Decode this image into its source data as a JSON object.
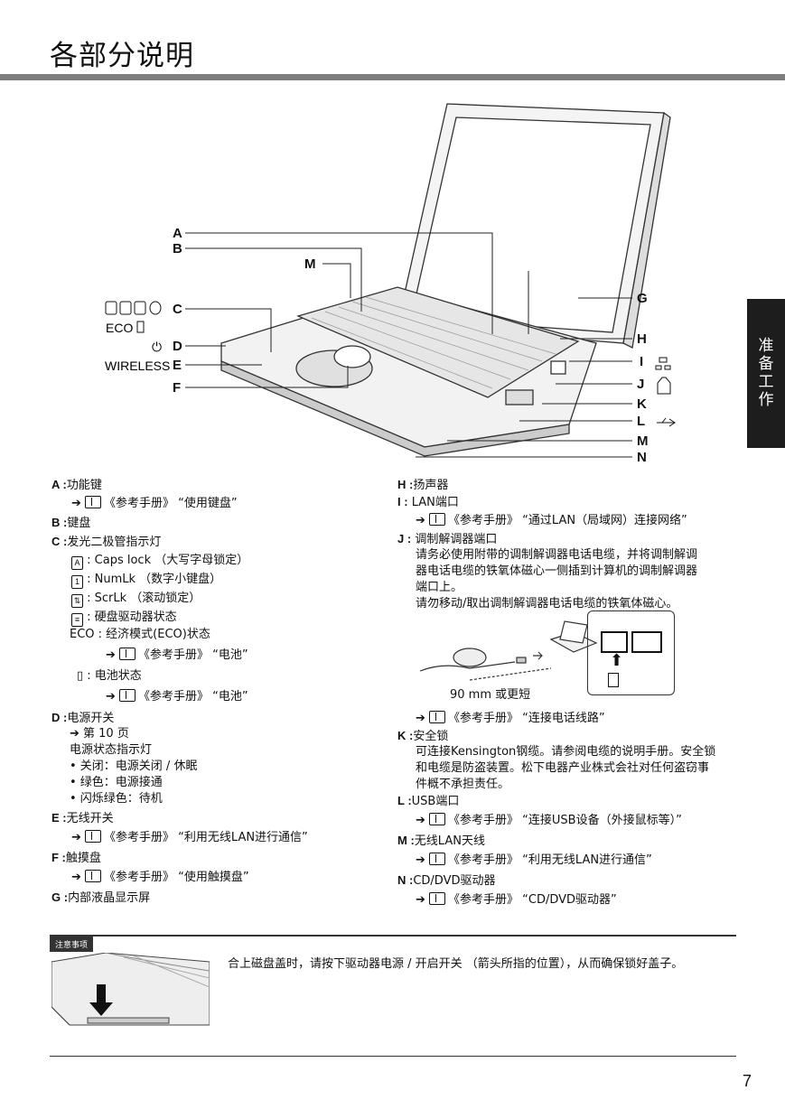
{
  "page": {
    "title": "各部分说明",
    "side_tab": "准备工作",
    "page_number": "7"
  },
  "diagram": {
    "callouts": [
      "A",
      "B",
      "M",
      "C",
      "D",
      "E",
      "F",
      "G",
      "H",
      "I",
      "J",
      "K",
      "L",
      "M",
      "N"
    ],
    "led_text_eco": "ECO",
    "power_symbol": "⏻",
    "wireless_label": "WIRELESS"
  },
  "left_col": [
    {
      "key": "A :",
      "text": "功能键"
    },
    {
      "ref": "《参考手册》 “使用键盘”"
    },
    {
      "key": "B :",
      "text": "键盘"
    },
    {
      "key": "C :",
      "text": "发光二极管指示灯"
    },
    {
      "icon": "A",
      "text": ": Caps lock （大写字母锁定）"
    },
    {
      "icon": "1",
      "text": ": NumLk （数字小键盘）"
    },
    {
      "icon": "⇅",
      "text": ": ScrLk （滚动锁定）"
    },
    {
      "icon": "≡",
      "text": ": 硬盘驱动器状态"
    },
    {
      "text": "ECO : 经济模式(ECO)状态"
    },
    {
      "ref": "《参考手册》 “电池”"
    },
    {
      "icon": "▯",
      "text": ": 电池状态"
    },
    {
      "ref": "《参考手册》 “电池”"
    },
    {
      "key": "D :",
      "text": "电源开关"
    },
    {
      "text": "➔ 第 10 页"
    },
    {
      "text": "电源状态指示灯"
    },
    {
      "text": "• 关闭：电源关闭 / 休眠"
    },
    {
      "text": "• 绿色：电源接通"
    },
    {
      "text": "• 闪烁绿色：待机"
    },
    {
      "key": "E :",
      "text": "无线开关"
    },
    {
      "ref": "《参考手册》 “利用无线LAN进行通信”"
    },
    {
      "key": "F :",
      "text": "触摸盘"
    },
    {
      "ref": "《参考手册》 “使用触摸盘”"
    },
    {
      "key": "G :",
      "text": "内部液晶显示屏"
    }
  ],
  "right_col": [
    {
      "key": "H :",
      "text": "扬声器"
    },
    {
      "key": "I :",
      "text": "LAN端口"
    },
    {
      "ref": "《参考手册》 “通过LAN（局域网）连接网络”"
    },
    {
      "key": "J :",
      "text": "调制解调器端口"
    },
    {
      "text": "请务必使用附带的调制解调器电话电缆，并将调制解调"
    },
    {
      "text": "器电话电缆的铁氧体磁心一侧插到计算机的调制解调器"
    },
    {
      "text": "端口上。"
    },
    {
      "text": "请勿移动/取出调制解调器电话电缆的铁氧体磁心。"
    },
    {
      "text": "90 mm 或更短"
    },
    {
      "ref": "《参考手册》 “连接电话线路”"
    },
    {
      "key": "K :",
      "text": "安全锁"
    },
    {
      "text": "可连接Kensington钢缆。请参阅电缆的说明手册。安全锁"
    },
    {
      "text": "和电缆是防盗装置。松下电器产业株式会社对任何盗窃事"
    },
    {
      "text": "件概不承担责任。"
    },
    {
      "key": "L :",
      "text": "USB端口"
    },
    {
      "ref": "《参考手册》 “连接USB设备（外接鼠标等）”"
    },
    {
      "key": "M :",
      "text": "无线LAN天线"
    },
    {
      "ref": "《参考手册》 “利用无线LAN进行通信”"
    },
    {
      "key": "N :",
      "text": "CD/DVD驱动器"
    },
    {
      "ref": "《参考手册》 “CD/DVD驱动器”"
    }
  ],
  "note": {
    "tag": "注意事项",
    "text": "合上磁盘盖时，请按下驱动器电源 / 开启开关 （箭头所指的位置），从而确保锁好盖子。"
  }
}
